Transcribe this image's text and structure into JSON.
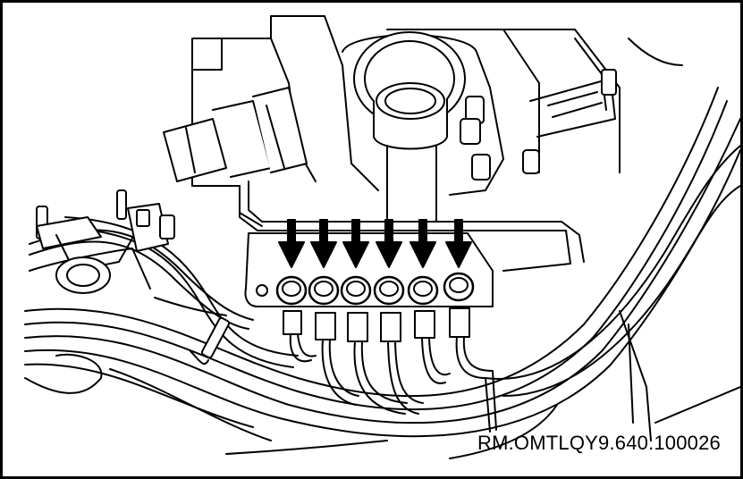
{
  "figure": {
    "reference_code": "RM.OMTLQY9.640.100026",
    "arrow_count": 6,
    "bolt_count": 6,
    "ink_color": "#000000",
    "paper_color": "#ffffff"
  }
}
